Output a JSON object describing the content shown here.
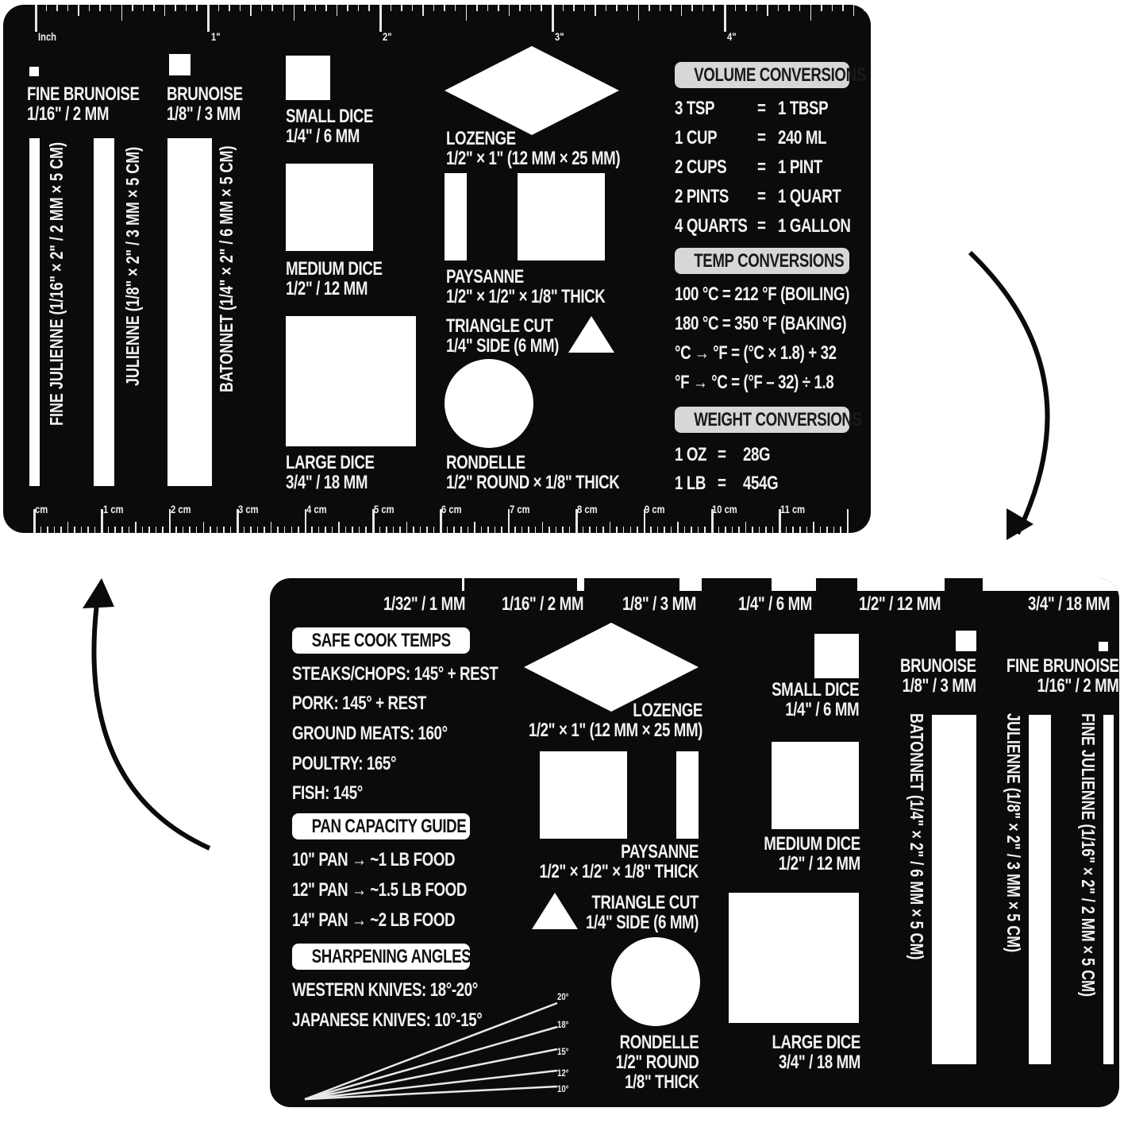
{
  "card_top": {
    "ruler_top": {
      "unit_label": "Inch",
      "labels": [
        "1\"",
        "2\"",
        "3\"",
        "4\""
      ]
    },
    "ruler_bottom": {
      "labels": [
        "cm",
        "1 cm",
        "2 cm",
        "3 cm",
        "4 cm",
        "5 cm",
        "6 cm",
        "7 cm",
        "8 cm",
        "9 cm",
        "10 cm",
        "11 cm"
      ]
    },
    "fine_brunoise": {
      "name": "FINE BRUNOISE",
      "size": "1/16\" / 2 MM"
    },
    "brunoise": {
      "name": "BRUNOISE",
      "size": "1/8\" / 3 MM"
    },
    "small_dice": {
      "name": "SMALL DICE",
      "size": "1/4\" / 6 MM"
    },
    "medium_dice": {
      "name": "MEDIUM DICE",
      "size": "1/2\" / 12 MM"
    },
    "large_dice": {
      "name": "LARGE DICE",
      "size": "3/4\" / 18 MM"
    },
    "lozenge": {
      "name": "LOZENGE",
      "size": "1/2\" × 1\" (12 MM × 25 MM)"
    },
    "paysanne": {
      "name": "PAYSANNE",
      "size": "1/2\" × 1/2\" × 1/8\" THICK"
    },
    "triangle": {
      "name": "TRIANGLE CUT",
      "size": "1/4\" SIDE (6 MM)"
    },
    "rondelle": {
      "name": "RONDELLE",
      "size": "1/2\" ROUND × 1/8\" THICK"
    },
    "fine_julienne": "FINE JULIENNE (1/16\" × 2\" / 2 MM × 5 CM)",
    "julienne": "JULIENNE (1/8\" × 2\" / 3 MM × 5 CM)",
    "batonnet": "BATONNET (1/4\" × 2\" / 6 MM × 5 CM)",
    "volume": {
      "title": "VOLUME CONVERSIONS",
      "rows": [
        {
          "a": "3 TSP",
          "eq": "=",
          "b": "1 TBSP"
        },
        {
          "a": "1 CUP",
          "eq": "=",
          "b": "240 ML"
        },
        {
          "a": "2 CUPS",
          "eq": "=",
          "b": "1 PINT"
        },
        {
          "a": "2 PINTS",
          "eq": "=",
          "b": "1 QUART"
        },
        {
          "a": "4 QUARTS",
          "eq": "=",
          "b": "1 GALLON"
        }
      ]
    },
    "temp": {
      "title": "TEMP CONVERSIONS",
      "rows": [
        "100 °C = 212 °F  (BOILING)",
        "180 °C = 350 °F (BAKING)",
        "°C → °F = (°C × 1.8) + 32",
        "°F → °C = (°F – 32) ÷ 1.8"
      ]
    },
    "weight": {
      "title": "WEIGHT CONVERSIONS",
      "rows": [
        {
          "a": "1 OZ",
          "eq": "=",
          "b": "28G"
        },
        {
          "a": "1 LB",
          "eq": "=",
          "b": "454G"
        }
      ]
    }
  },
  "card_bottom": {
    "gauges": [
      "1/32\" / 1 MM",
      "1/16\" / 2 MM",
      "1/8\" / 3 MM",
      "1/4\" / 6 MM",
      "1/2\" / 12 MM",
      "3/4\" / 18 MM"
    ],
    "safe": {
      "title": "SAFE COOK TEMPS",
      "rows": [
        "STEAKS/CHOPS: 145° + REST",
        "PORK: 145° + REST",
        "GROUND MEATS: 160°",
        "POULTRY: 165°",
        "FISH: 145°"
      ]
    },
    "pan": {
      "title": "PAN CAPACITY GUIDE",
      "rows": [
        "10\" PAN → ~1 LB FOOD",
        "12\" PAN → ~1.5 LB FOOD",
        "14\" PAN → ~2 LB FOOD"
      ]
    },
    "sharp": {
      "title": "SHARPENING ANGLES",
      "rows": [
        "WESTERN KNIVES: 18°-20°",
        "JAPANESE KNIVES: 10°-15°"
      ]
    },
    "angles": [
      "20°",
      "18°",
      "15°",
      "12°",
      "10°"
    ],
    "lozenge": {
      "name": "LOZENGE",
      "size": "1/2\" × 1\" (12 MM × 25 MM)"
    },
    "paysanne": {
      "name": "PAYSANNE",
      "size": "1/2\" × 1/2\" × 1/8\" THICK"
    },
    "triangle": {
      "name": "TRIANGLE CUT",
      "size": "1/4\" SIDE (6 MM)"
    },
    "rondelle": {
      "l1": "RONDELLE",
      "l2": "1/2\" ROUND",
      "l3": "1/8\" THICK"
    },
    "small_dice": {
      "name": "SMALL DICE",
      "size": "1/4\" / 6 MM"
    },
    "medium_dice": {
      "name": "MEDIUM DICE",
      "size": "1/2\" / 12 MM"
    },
    "large_dice": {
      "name": "LARGE DICE",
      "size": "3/4\" / 18 MM"
    },
    "brunoise": {
      "name": "BRUNOISE",
      "size": "1/8\" / 3 MM"
    },
    "fine_brunoise": {
      "name": "FINE BRUNOISE",
      "size": "1/16\" / 2 MM"
    },
    "batonnet": "BATONNET (1/4\" × 2\" / 6 MM × 5 CM)",
    "julienne": "JULIENNE (1/8\" × 2\" / 3 MM × 5 CM)",
    "fine_julienne": "FINE JULIENNE (1/16\" × 2\" / 2 MM × 5 CM)"
  }
}
